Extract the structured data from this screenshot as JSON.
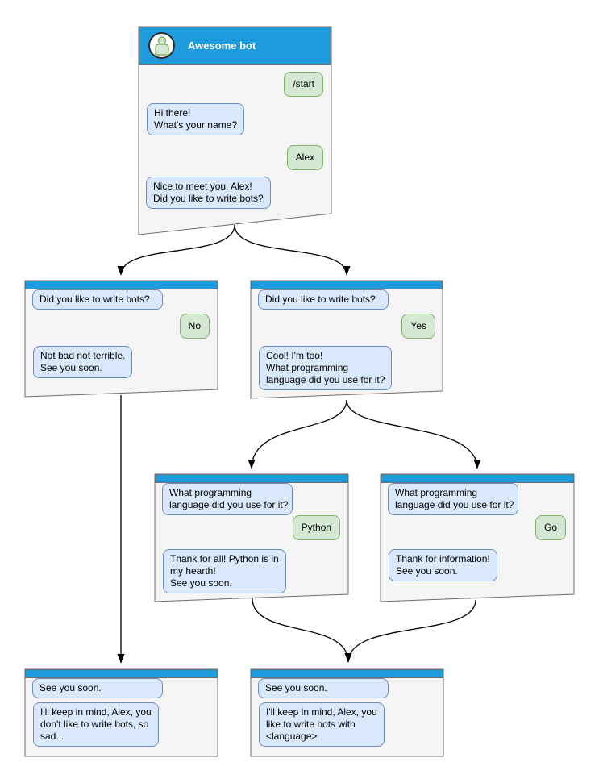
{
  "colors": {
    "header_blue": "#1f9cdd",
    "window_bg": "#f5f5f5",
    "window_border": "#6e6e6e",
    "incoming_bg": "#dae8fc",
    "incoming_border": "#6c8ebf",
    "outgoing_bg": "#d5e8d4",
    "outgoing_border": "#82b366"
  },
  "main_window": {
    "title": "Awesome bot",
    "avatar_icon": "person-icon",
    "messages": [
      {
        "side": "out",
        "text": "/start"
      },
      {
        "side": "in",
        "text": "Hi there!\nWhat's your name?"
      },
      {
        "side": "out",
        "text": "Alex"
      },
      {
        "side": "in",
        "text": "Nice to meet you, Alex!\nDid you like to write bots?"
      }
    ]
  },
  "branch_no": {
    "messages": [
      {
        "side": "in",
        "text": "Did you like to write bots?"
      },
      {
        "side": "out",
        "text": "No"
      },
      {
        "side": "in",
        "text": "Not bad not terrible.\nSee you soon."
      }
    ]
  },
  "branch_yes": {
    "messages": [
      {
        "side": "in",
        "text": "Did you like to write bots?"
      },
      {
        "side": "out",
        "text": "Yes"
      },
      {
        "side": "in",
        "text": "Cool! I'm too!\nWhat programming\nlanguage did you use for it?"
      }
    ]
  },
  "branch_python": {
    "messages": [
      {
        "side": "in",
        "text": "What programming\nlanguage did you use for it?"
      },
      {
        "side": "out",
        "text": "Python"
      },
      {
        "side": "in",
        "text": "Thank for all! Python is in\nmy hearth!\nSee you soon."
      }
    ]
  },
  "branch_go": {
    "messages": [
      {
        "side": "in",
        "text": "What programming\nlanguage did you use for it?"
      },
      {
        "side": "out",
        "text": "Go"
      },
      {
        "side": "in",
        "text": "Thank for information!\nSee you soon."
      }
    ]
  },
  "end_no": {
    "messages": [
      {
        "side": "in",
        "text": "See you soon."
      },
      {
        "side": "in",
        "text": "I'll keep in mind, Alex, you\ndon't like to write bots, so\nsad..."
      }
    ]
  },
  "end_yes": {
    "messages": [
      {
        "side": "in",
        "text": "See you soon."
      },
      {
        "side": "in",
        "text": "I'll keep in mind, Alex, you\nlike to write bots with\n<language>"
      }
    ]
  },
  "edges": [
    {
      "from": "main_window",
      "to": "branch_no"
    },
    {
      "from": "main_window",
      "to": "branch_yes"
    },
    {
      "from": "branch_no",
      "to": "end_no"
    },
    {
      "from": "branch_yes",
      "to": "branch_python"
    },
    {
      "from": "branch_yes",
      "to": "branch_go"
    },
    {
      "from": "branch_python",
      "to": "end_yes"
    },
    {
      "from": "branch_go",
      "to": "end_yes"
    }
  ]
}
